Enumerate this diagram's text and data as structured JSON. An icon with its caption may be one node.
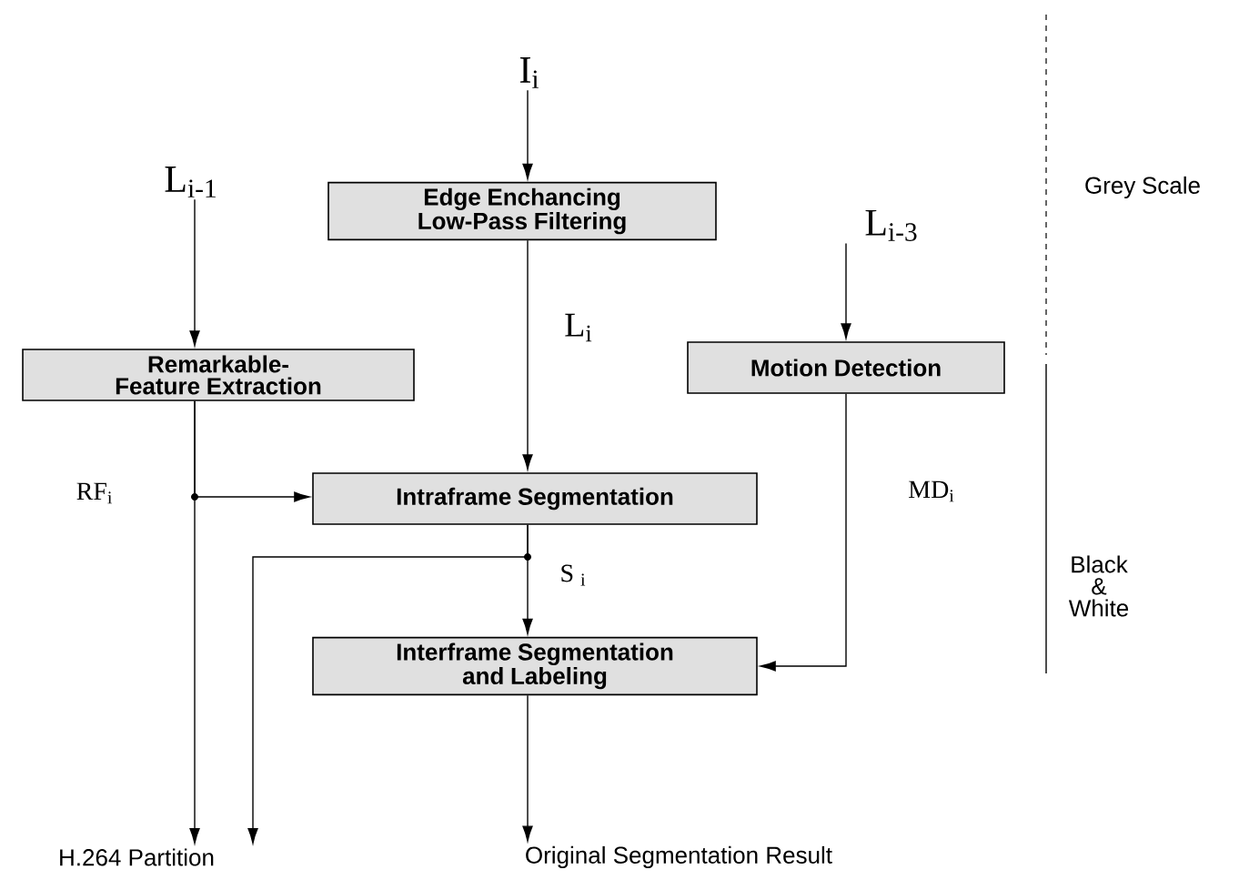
{
  "diagram": {
    "nodes": [
      {
        "text": [
          "I$_{i}$"
        ]
      },
      {
        "text": [
          "Edge Enchancing Low-Pass Filtering"
        ]
      },
      {
        "text": [
          "L$_{i-1}$"
        ]
      },
      {
        "text": [
          "Remarkable-Feature Extraction"
        ]
      },
      {
        "text": [
          "L$_{i-3}$"
        ]
      },
      {
        "text": [
          "Motion Detection"
        ]
      },
      {
        "text": [
          "Intraframe Segmentation"
        ]
      },
      {
        "text": [
          "Interframe Segmentation and Labeling"
        ]
      },
      {
        "text": [
          "H.264 Partition"
        ]
      },
      {
        "text": [
          "Original Segmentation Result"
        ]
      }
    ],
    "edges": [
      {
        "from": 0,
        "to": 1,
        "arrow": "to"
      },
      {
        "from": 1,
        "to": 6,
        "arrow": "to",
        "label": "L$_{i}$"
      },
      {
        "from": 2,
        "to": 3,
        "arrow": "to"
      },
      {
        "from": 4,
        "to": 5,
        "arrow": "to"
      },
      {
        "from": 3,
        "to": 6,
        "arrow": "to",
        "label": "RF$_{i}$"
      },
      {
        "from": 3,
        "to": 8,
        "arrow": "to"
      },
      {
        "from": 6,
        "to": 7,
        "arrow": "to",
        "label": "S $_{i}$"
      },
      {
        "from": 6,
        "to": 8,
        "arrow": "to"
      },
      {
        "from": 5,
        "to": 7,
        "arrow": "to",
        "label": "MD$_{i}$"
      },
      {
        "from": 7,
        "to": 9,
        "arrow": "to"
      }
    ],
    "labels": [
      "Grey Scale",
      "Black & White"
    ]
  }
}
